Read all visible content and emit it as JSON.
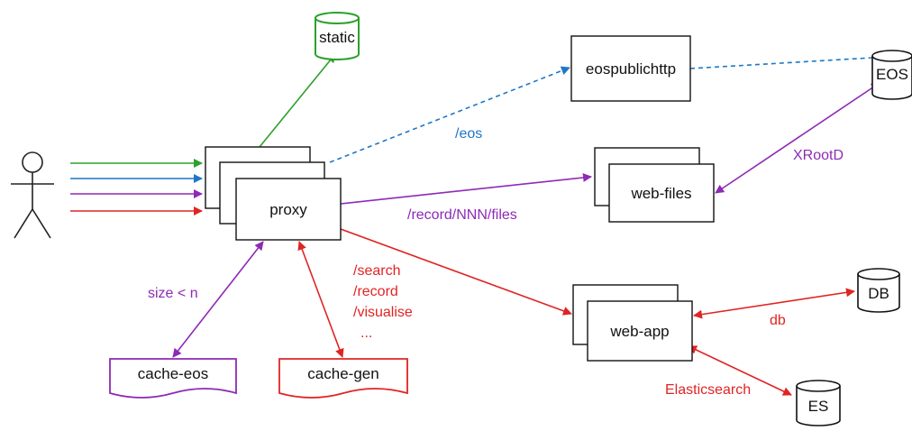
{
  "colors": {
    "green": "#2ca02c",
    "blue": "#1f77c4",
    "purple": "#8e2ab5",
    "red": "#e02424",
    "black": "#111111"
  },
  "nodes": {
    "static": "static",
    "eospublichttp": "eospublichttp",
    "eos": "EOS",
    "proxy": "proxy",
    "web_files": "web-files",
    "web_app": "web-app",
    "db": "DB",
    "es": "ES",
    "cache_eos": "cache-eos",
    "cache_gen": "cache-gen"
  },
  "edges": {
    "eos_path": "/eos",
    "files_path": "/record/NNN/files",
    "xrootd": "XRootD",
    "size_condition": "size < n",
    "search_path": "/search",
    "record_path": "/record",
    "visualise_path": "/visualise",
    "more_paths": "...",
    "db_link": "db",
    "es_link": "Elasticsearch"
  }
}
